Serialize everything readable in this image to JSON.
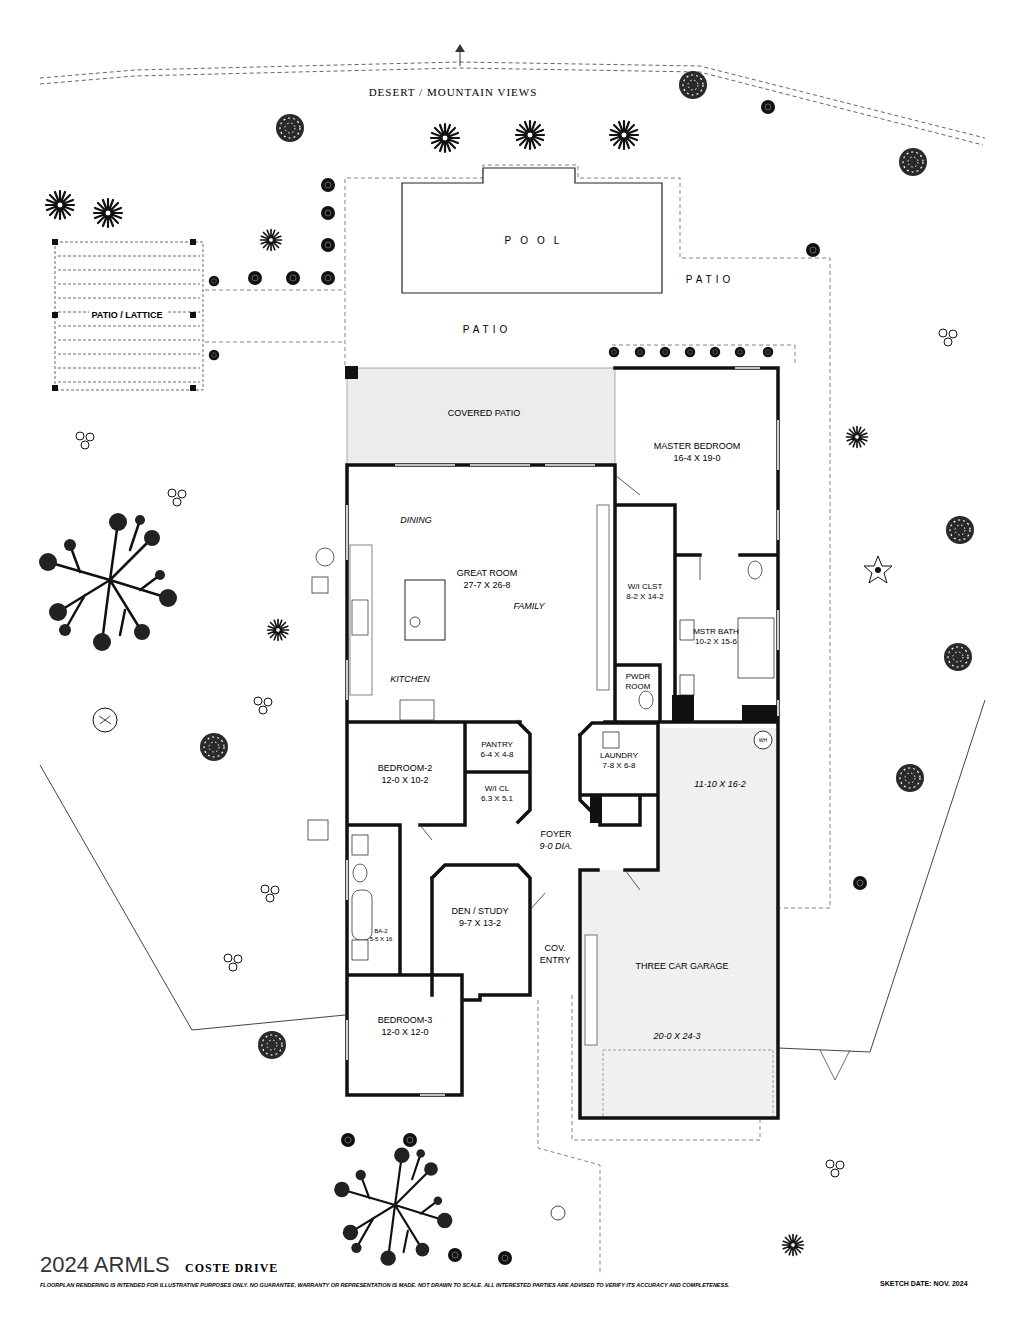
{
  "diagram": {
    "nodes": [
      {
        "text": [
          "PATIO / LATTICE"
        ]
      },
      {
        "text": [
          "POOL"
        ]
      },
      {
        "text": [
          "COVERED PATIO"
        ]
      },
      {
        "text": [
          "MASTER BEDROOM",
          "16-4 X 19-0"
        ]
      },
      {
        "text": [
          "GREAT ROOM",
          "27-7 X 26-8"
        ]
      },
      {
        "text": [
          "W/I CLST",
          "8-2 X 14-2"
        ]
      },
      {
        "text": [
          "MSTR BATH",
          "10-2 X 15-6"
        ]
      },
      {
        "text": [
          "PWDR ROOM"
        ]
      },
      {
        "text": [
          "BEDROOM-2",
          "12-0 X 10-2"
        ]
      },
      {
        "text": [
          "PANTRY",
          "6-4 X 4-8"
        ]
      },
      {
        "text": [
          "W/I CL",
          "6.3 X 5.1"
        ]
      },
      {
        "text": [
          "LAUNDRY",
          "7-8 X 6-8"
        ]
      },
      {
        "text": [
          "FOYER",
          "9-0 DIA."
        ]
      },
      {
        "text": [
          "BA-2",
          "5-5 X 16"
        ]
      },
      {
        "text": [
          "DEN / STUDY",
          "9-7 X 13-2"
        ]
      },
      {
        "text": [
          "COV. ENTRY"
        ]
      },
      {
        "text": [
          "11-10 X 16-2",
          "THREE CAR GARAGE",
          "20-0 X 24-3"
        ]
      },
      {
        "text": [
          "BEDROOM-3",
          "12-0 X 12-0"
        ]
      }
    ],
    "labels": [
      "DESERT / MOUNTAIN VIEWS",
      "PATIO",
      "PATIO",
      "DINING",
      "FAMILY",
      "KITCHEN",
      "WH",
      "2024 ARMLS",
      "COSTE DRIVE",
      "FLOORPLAN RENDERING IS INTENDED FOR ILLUSTRATIVE PURPOSES ONLY. NO GUARANTEE, WARRANTY OR REPRESENTATION IS MADE. NOT DRAWN TO SCALE. ALL INTERESTED PARTIES ARE ADVISED TO VERIFY ITS ACCURACY AND COMPLETENESS.",
      "SKETCH DATE: NOV. 2024"
    ]
  }
}
